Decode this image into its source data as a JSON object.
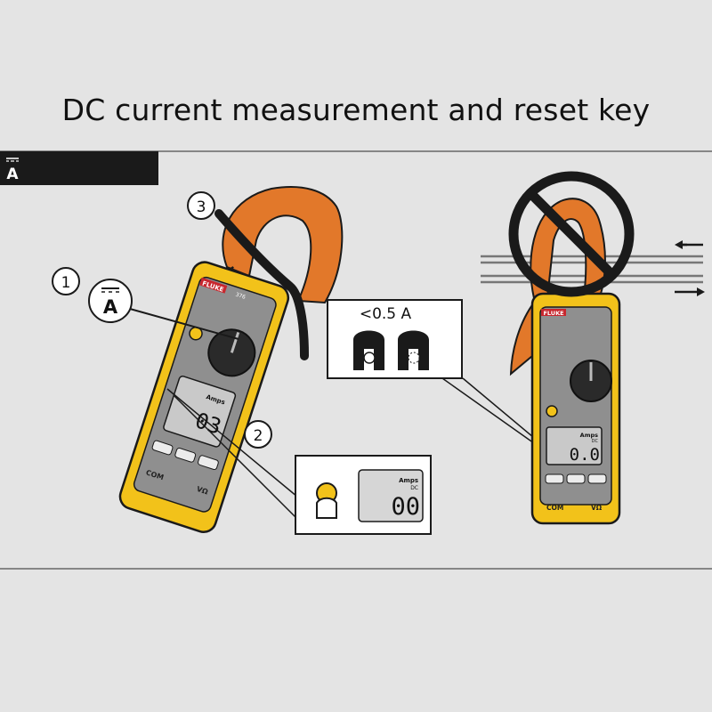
{
  "title": "DC current measurement and reset key",
  "mode_symbol": "A",
  "steps": {
    "one": "1",
    "two": "2",
    "three": "3"
  },
  "threshold_label": "<0.5 A",
  "display": {
    "left_reading": "03",
    "zoom_reading": "00",
    "right_reading": "0.0",
    "units": "Amps",
    "units_sub": "DC"
  },
  "meter": {
    "brand": "FLUKE",
    "model": "376",
    "port_com": "COM",
    "port_v": "VΩ"
  },
  "colors": {
    "meter_yellow": "#f2c21a",
    "jaw_orange": "#e2782a",
    "dark": "#1a1a1a",
    "background": "#e4e4e4"
  }
}
